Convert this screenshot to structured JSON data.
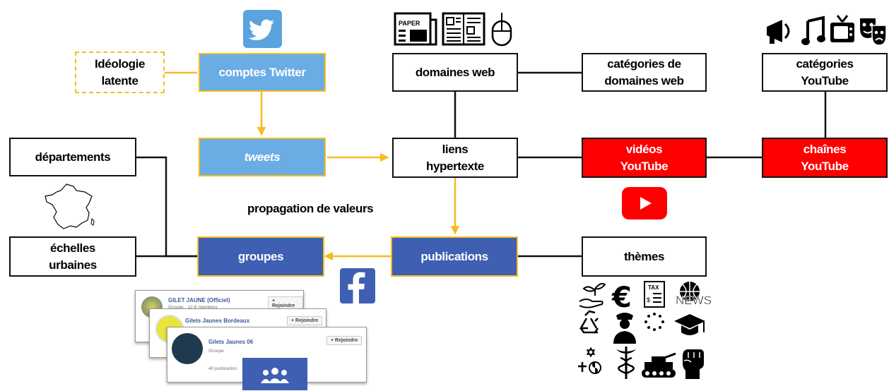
{
  "nodes": {
    "ideologie": "Idéologie\nlatente",
    "comptes_twitter": "comptes Twitter",
    "tweets": "tweets",
    "domaines_web": "domaines web",
    "categories_domaines": "catégories de\ndomaines web",
    "categories_youtube": "catégories\nYouTube",
    "liens": "liens\nhypertexte",
    "videos_youtube": "vidéos\nYouTube",
    "chaines_youtube": "chaînes\nYouTube",
    "departements": "départements",
    "echelles": "échelles\nurbaines",
    "groupes": "groupes",
    "publications": "publications",
    "themes": "thèmes"
  },
  "label_propagation": "propagation de valeurs",
  "paper_icon_text": "PAPER",
  "news_icon_text": "NEWS",
  "tax_icon_text": "TAX",
  "facebook_cards": [
    {
      "name": "GILET JAUNE (Officiel)",
      "meta": "Groupe · 12 K membres",
      "join": "+ Rejoindre"
    },
    {
      "name": "Gilets Jaunes Bordeaux",
      "meta": "",
      "join": "+ Rejoindre"
    },
    {
      "name": "Gilets Jaunes 06",
      "meta": "Groupe",
      "extra": "40 publication",
      "join": "+ Rejoindre"
    }
  ],
  "colors": {
    "twitter": "#6aade4",
    "facebook": "#3e5fb2",
    "youtube": "#ff0000",
    "accent": "#f6bc1d"
  }
}
